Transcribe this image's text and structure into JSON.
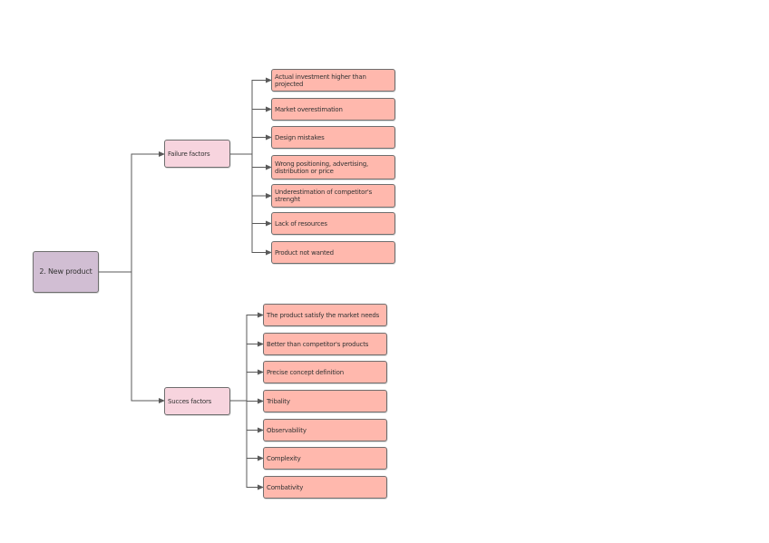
{
  "colors": {
    "root_fill": "#d1bed3",
    "branch_fill": "#f7d4de",
    "leaf_fill": "#ffb8ad",
    "line": "#5a5a5a",
    "border": "#6e6e6e"
  },
  "diagram": {
    "root": {
      "label": "2. New product"
    },
    "branches": [
      {
        "label": "Failure factors",
        "leaves": [
          "Actual investment higher than projected",
          "Market overestimation",
          "Design mistakes",
          "Wrong positioning, advertising, distribution or price",
          "Underestimation of competitor's strenght",
          "Lack of resources",
          "Product not wanted"
        ]
      },
      {
        "label": "Succes factors",
        "leaves": [
          "The product satisfy the market needs",
          "Better than competitor's products",
          "Precise concept definition",
          "Tribality",
          "Observability",
          "Complexity",
          "Combativity"
        ]
      }
    ]
  }
}
